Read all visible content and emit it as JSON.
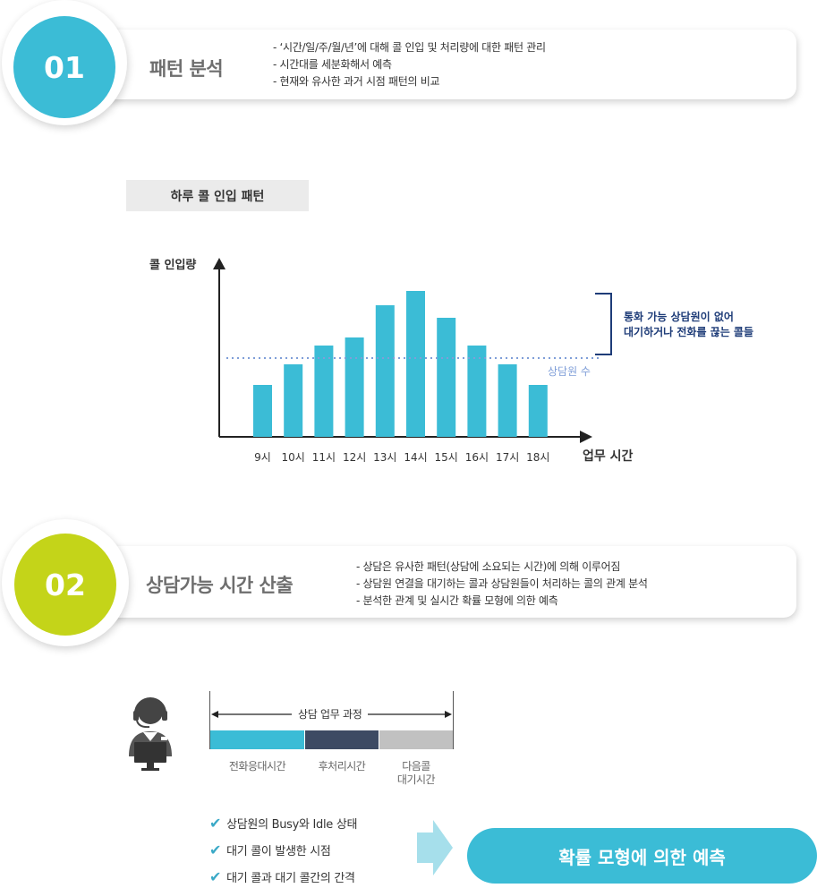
{
  "section1": {
    "number": "01",
    "title": "패턴 분석",
    "bullets": [
      "- ‘시간/일/주/월/년’에 대해 콜 인입 및 처리량에 대한 패턴 관리",
      "- 시간대를 세분화해서 예측",
      "- 현재와 유사한 과거 시점 패턴의 비교"
    ],
    "accent_color": "#3bbcd6"
  },
  "chart_caption": "하루 콜 인입 패턴",
  "chart_data": {
    "type": "bar",
    "title": "하루 콜 인입 패턴",
    "ylabel": "콜 인입량",
    "xlabel": "업무 시간",
    "categories": [
      "9시",
      "10시",
      "11시",
      "12시",
      "13시",
      "14시",
      "15시",
      "16시",
      "17시",
      "18시"
    ],
    "values": [
      58,
      81,
      102,
      111,
      147,
      163,
      133,
      102,
      81,
      58
    ],
    "threshold": {
      "value": 88,
      "label": "상담원 수"
    },
    "annotation": [
      "통화 가능 상담원이 없어",
      "대기하거나 전화를 끊는 콜들"
    ],
    "ylim": [
      0,
      183
    ],
    "bar_color": "#3bbcd6",
    "threshold_color": "#7f9ed8",
    "annotation_color": "#1e3c78"
  },
  "section2": {
    "number": "02",
    "title": "상담가능 시간 산출",
    "bullets": [
      "- 상담은 유사한 패턴(상담에 소요되는 시간)에 의해 이루어짐",
      "- 상담원 연결을 대기하는 콜과 상담원들이 처리하는 콜의 관계 분석",
      "- 분석한 관계 및 실시간 확률 모형에 의한 예측"
    ],
    "accent_color": "#c4d419"
  },
  "process": {
    "title": "상담 업무 과정",
    "segments": [
      {
        "label": "전화응대시간",
        "color": "#3bbcd6"
      },
      {
        "label": "후처리시간",
        "color": "#3d4a63"
      },
      {
        "label_line1": "다음콜",
        "label_line2": "대기시간",
        "color": "#c1c1c1"
      }
    ]
  },
  "checklist": [
    "상담원의 Busy와 Idle 상태",
    "대기 콜이 발생한 시점",
    "대기 콜과 대기 콜간의 간격"
  ],
  "result_label": "확률 모형에 의한 예측"
}
